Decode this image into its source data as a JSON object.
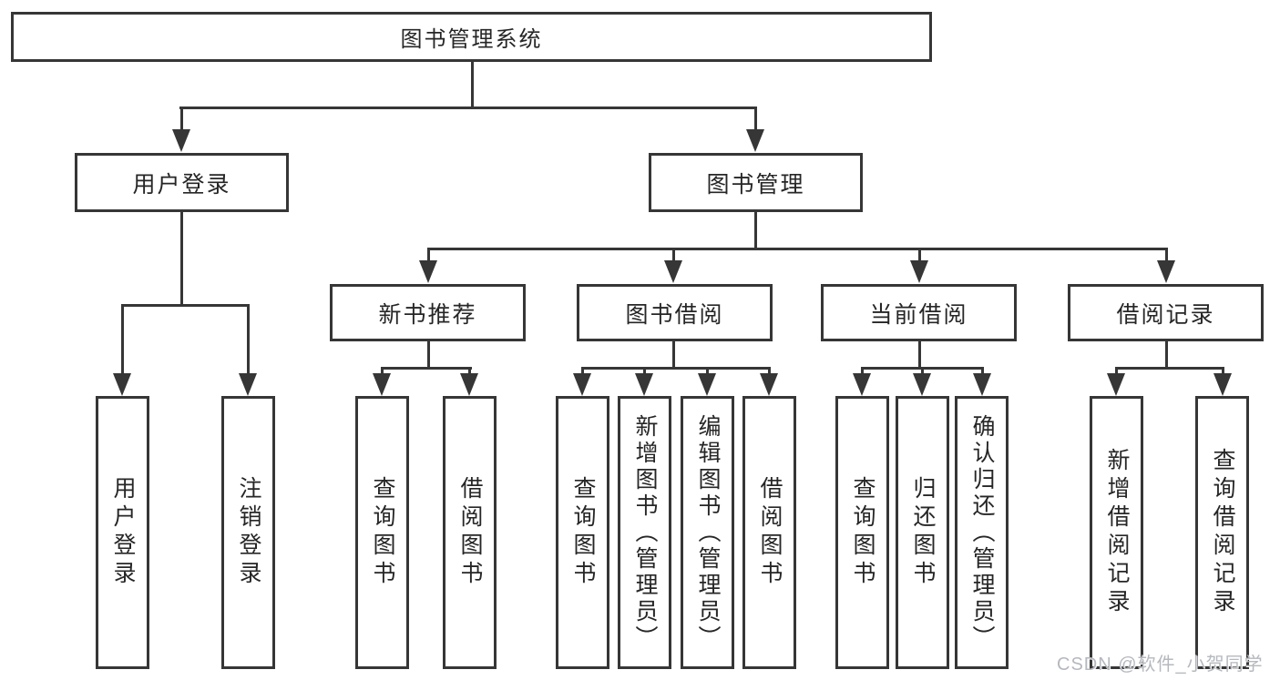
{
  "colors": {
    "line": "#363636",
    "box_border": "#363636",
    "text": "#262626",
    "watermark": "#b5b8bd",
    "box_fill": "#ffffff"
  },
  "diagram": {
    "root": {
      "label": "图书管理系统"
    },
    "branches": {
      "user_login": {
        "label": "用户登录",
        "children": [
          {
            "label": "用户登录"
          },
          {
            "label": "注销登录"
          }
        ]
      },
      "book_management": {
        "label": "图书管理",
        "groups": [
          {
            "label": "新书推荐",
            "children": [
              {
                "label": "查询图书"
              },
              {
                "label": "借阅图书"
              }
            ]
          },
          {
            "label": "图书借阅",
            "children": [
              {
                "label": "查询图书"
              },
              {
                "label": "新增图书（管理员）"
              },
              {
                "label": "编辑图书（管理员）"
              },
              {
                "label": "借阅图书"
              }
            ]
          },
          {
            "label": "当前借阅",
            "children": [
              {
                "label": "查询图书"
              },
              {
                "label": "归还图书"
              },
              {
                "label": "确认归还（管理员）"
              }
            ]
          },
          {
            "label": "借阅记录",
            "children": [
              {
                "label": "新增借阅记录"
              },
              {
                "label": "查询借阅记录"
              }
            ]
          }
        ]
      }
    }
  },
  "watermark": {
    "text": "CSDN @软件_小贺同学"
  }
}
